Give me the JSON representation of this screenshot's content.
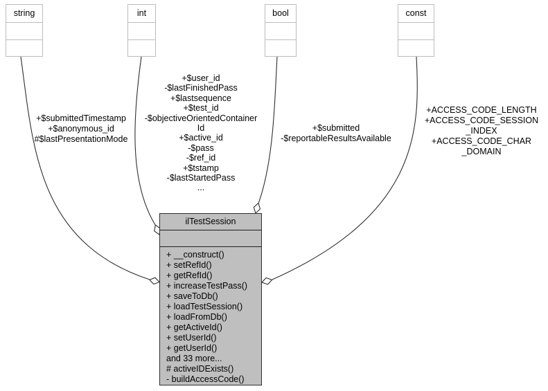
{
  "diagram_title": "ilTestSession collaboration diagram",
  "colors": {
    "background": "#ffffff",
    "main_node_fill": "#bfbfbf",
    "main_node_border": "#2e2e2e",
    "type_node_fill": "#ffffff",
    "type_node_border": "#babcbe",
    "edge_stroke": "#2e2e2e",
    "text": "#000000"
  },
  "main_class": {
    "name": "ilTestSession",
    "attributes_compartment": "",
    "methods": [
      "+ __construct()",
      "+ setRefId()",
      "+ getRefId()",
      "+ increaseTestPass()",
      "+ saveToDb()",
      "+ loadTestSession()",
      "+ loadFromDb()",
      "+ getActiveId()",
      "+ setUserId()",
      "+ getUserId()",
      "and 33 more...",
      "# activeIDExists()",
      "- buildAccessCode()"
    ]
  },
  "type_nodes": [
    {
      "name": "string",
      "edge_label": "+$submittedTimestamp\n+$anonymous_id\n#$lastPresentationMode"
    },
    {
      "name": "int",
      "edge_label": "+$user_id\n-$lastFinishedPass\n+$lastsequence\n+$test_id\n-$objectiveOrientedContainer\nId\n+$active_id\n-$pass\n-$ref_id\n+$tstamp\n-$lastStartedPass\n..."
    },
    {
      "name": "bool",
      "edge_label": "+$submitted\n-$reportableResultsAvailable"
    },
    {
      "name": "const",
      "edge_label": "+ACCESS_CODE_LENGTH\n+ACCESS_CODE_SESSION\n_INDEX\n+ACCESS_CODE_CHAR\n_DOMAIN"
    }
  ]
}
